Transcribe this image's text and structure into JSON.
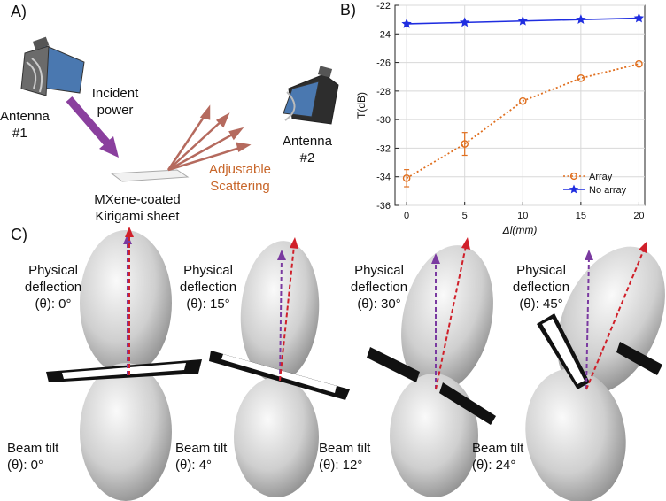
{
  "panel_a": {
    "label": "A)",
    "antenna1": [
      "Antenna",
      "#1"
    ],
    "antenna2": [
      "Antenna",
      "#2"
    ],
    "incident": [
      "Incident",
      "power"
    ],
    "scattering": [
      "Adjustable",
      "Scattering"
    ],
    "sheet": [
      "MXene-coated",
      "Kirigami sheet"
    ]
  },
  "panel_b": {
    "label": "B)"
  },
  "panel_c": {
    "label": "C)",
    "cases": [
      {
        "deflection": [
          "Physical",
          "deflection",
          "(θ): 0°"
        ],
        "tilt": [
          "Beam tilt",
          "(θ): 0°"
        ]
      },
      {
        "deflection": [
          "Physical",
          "deflection",
          "(θ): 15°"
        ],
        "tilt": [
          "Beam tilt",
          "(θ): 4°"
        ]
      },
      {
        "deflection": [
          "Physical",
          "deflection",
          "(θ): 30°"
        ],
        "tilt": [
          "Beam tilt",
          "(θ): 12°"
        ]
      },
      {
        "deflection": [
          "Physical",
          "deflection",
          "(θ): 45°"
        ],
        "tilt": [
          "Beam tilt",
          "(θ): 24°"
        ]
      }
    ]
  },
  "colors": {
    "array": "#e06f1f",
    "no_array": "#1f2de0",
    "incident_arrow": "#8a3f9e",
    "scatter_arrows": "#b56a5e",
    "scattering_text": "#c8662a",
    "beam_red": "#d0202a",
    "beam_purple": "#7a3aa0"
  },
  "chart_data": {
    "type": "line",
    "xlabel": "Δl(mm)",
    "ylabel": "T(dB)",
    "xlim": [
      -1,
      20.5
    ],
    "ylim": [
      -36,
      -22
    ],
    "xticks": [
      "0",
      "5",
      "10",
      "15",
      "20"
    ],
    "yticks": [
      "-22",
      "-24",
      "-26",
      "-28",
      "-30",
      "-32",
      "-34",
      "-36"
    ],
    "legend_position": "lower-right",
    "x": [
      0,
      5,
      10,
      15,
      20
    ],
    "series": [
      {
        "name": "Array",
        "values": [
          -34.1,
          -31.7,
          -28.7,
          -27.1,
          -26.1
        ],
        "errors": [
          0.6,
          0.8,
          0,
          0,
          0
        ],
        "style": "dotted",
        "marker": "circle"
      },
      {
        "name": "No array",
        "values": [
          -23.3,
          -23.2,
          -23.1,
          -23.0,
          -22.9
        ],
        "style": "solid",
        "marker": "star"
      }
    ]
  }
}
